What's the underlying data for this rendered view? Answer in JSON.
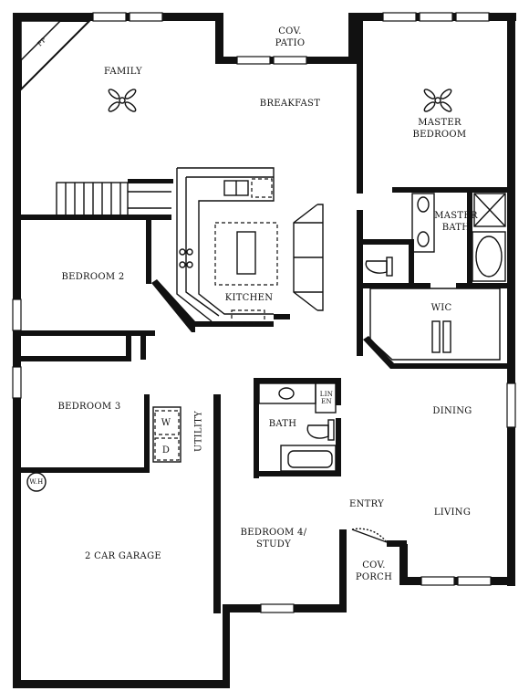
{
  "rooms": {
    "cov_patio": "COV.\nPATIO",
    "family": "FAMILY",
    "fireplace": "FP",
    "breakfast": "BREAKFAST",
    "master_bedroom": "MASTER\nBEDROOM",
    "master_bath": "MASTER\nBATH",
    "bedroom2": "BEDROOM 2",
    "kitchen": "KITCHEN",
    "wic": "WIC",
    "bedroom3": "BEDROOM 3",
    "washer": "W",
    "dryer": "D",
    "utility": "UTILITY",
    "bath": "BATH",
    "linen": "LIN\nEN",
    "dining": "DINING",
    "water_heater": "W.H",
    "entry": "ENTRY",
    "living": "LIVING",
    "garage": "2 CAR GARAGE",
    "bedroom4": "BEDROOM 4/\nSTUDY",
    "cov_porch": "COV.\nPORCH"
  }
}
